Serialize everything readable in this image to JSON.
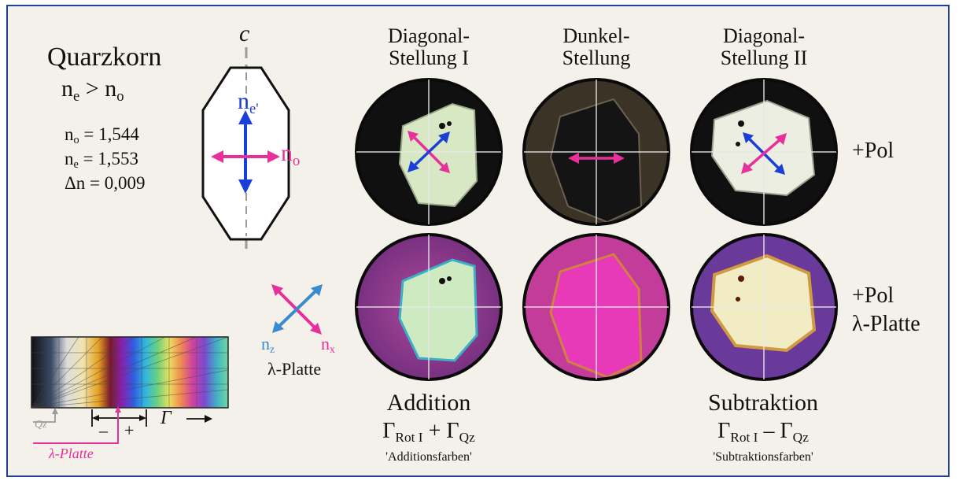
{
  "title": "Quarzkorn",
  "relation": {
    "left": "n",
    "left_sub": "e",
    "op": " > ",
    "right": "n",
    "right_sub": "o"
  },
  "indices": [
    {
      "sym": "n",
      "sub": "o",
      "eq": " = 1,544"
    },
    {
      "sym": "n",
      "sub": "e",
      "eq": " = 1,553"
    },
    {
      "sym": "Δ",
      "sub": "",
      "eq": "n = 0,009"
    }
  ],
  "crystal": {
    "axis_label": "c",
    "ne_label": "n",
    "ne_sub": "e'",
    "no_label": "n",
    "no_sub": "o"
  },
  "columns": [
    {
      "l1": "Diagonal-",
      "l2": "Stellung I"
    },
    {
      "l1": "Dunkel-",
      "l2": "Stellung"
    },
    {
      "l1": "Diagonal-",
      "l2": "Stellung II"
    }
  ],
  "rows": {
    "r1": "+Pol",
    "r2a": "+Pol",
    "r2b": "λ-Platte"
  },
  "lambda_plate": {
    "nz": "n",
    "nz_sub": "z",
    "nx": "n",
    "nx_sub": "x",
    "label": "λ-Platte"
  },
  "scale": {
    "qz": "Qz",
    "minus": "–",
    "plus": "+",
    "gamma": "Γ",
    "lambda": "λ-Platte"
  },
  "captions": {
    "add_title": "Addition",
    "add_f1": "Γ",
    "add_s1": "Rot I",
    "add_op": " + Γ",
    "add_s2": "Qz",
    "add_note": "'Additionsfarben'",
    "sub_title": "Subtraktion",
    "sub_f1": "Γ",
    "sub_s1": "Rot I",
    "sub_op": " – Γ",
    "sub_s2": "Qz",
    "sub_note": "'Subtraktionsfarben'"
  },
  "colors": {
    "pink": "#e8309a",
    "blue": "#1a3fd6",
    "border": "#1f3f9a",
    "gray": "#9a9a9a"
  }
}
